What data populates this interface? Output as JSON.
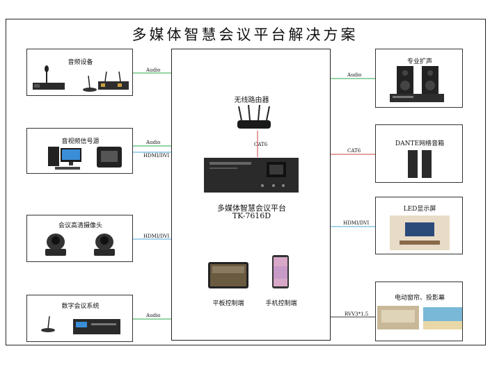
{
  "title": "多媒体智慧会议平台解决方案",
  "left": [
    {
      "label": "音频设备",
      "link": "Audio"
    },
    {
      "label": "音视频信号源",
      "link": "Audio",
      "link2": "HDMI/DVI"
    },
    {
      "label": "会议高清摄像头",
      "link": "HDMI/DVI"
    },
    {
      "label": "数字会议系统",
      "link": "Audio"
    }
  ],
  "right": [
    {
      "label": "专业扩声",
      "link": "Audio"
    },
    {
      "label": "DANTE网络音箱",
      "link": "CAT6"
    },
    {
      "label": "LED显示屏",
      "link": "HDMI/DVI"
    },
    {
      "label": "电动窗帘、投影幕",
      "link": "RVV3*1.5"
    }
  ],
  "center": {
    "router": "无线路由器",
    "router_link": "CAT6",
    "platform": "多媒体智慧会议平台",
    "model": "TK-7616D",
    "tablet": "平板控制端",
    "phone": "手机控制端"
  },
  "colors": {
    "audio": "#2aa84a",
    "hdmi": "#4aa8d8",
    "cat6": "#d04040"
  }
}
